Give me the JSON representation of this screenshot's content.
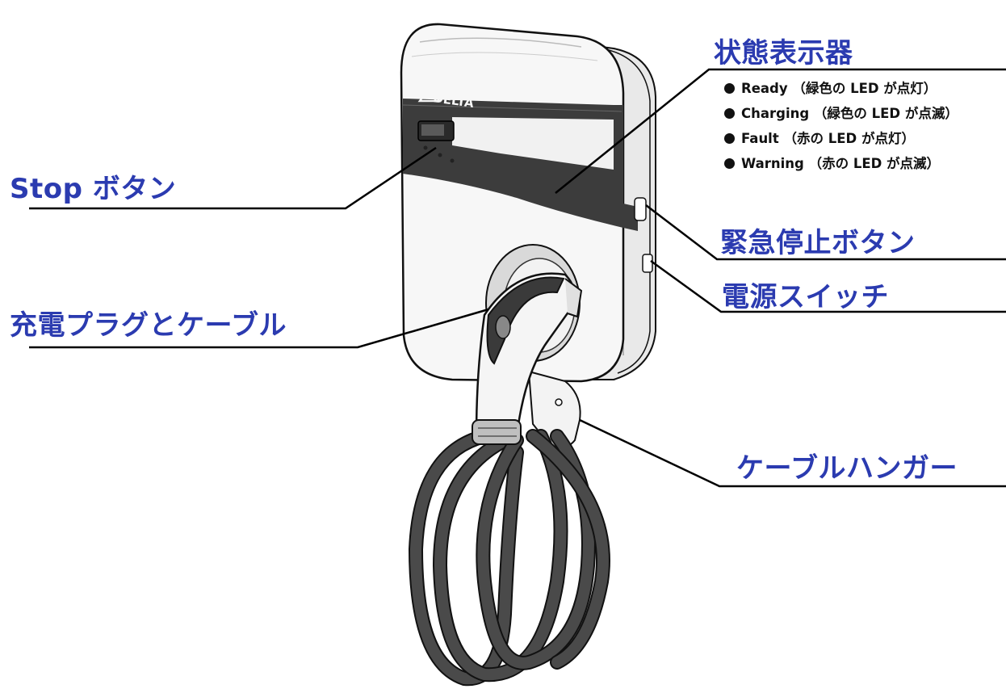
{
  "labels": {
    "stop_button": "Stop ボタン",
    "status_indicator": "状態表示器",
    "emergency_stop": "緊急停止ボタン",
    "power_switch": "電源スイッチ",
    "plug_cable": "充電プラグとケーブル",
    "cable_hanger": "ケーブルハンガー"
  },
  "status_items": [
    "Ready （緑色の LED が点灯）",
    "Charging （緑色の LED が点滅）",
    "Fault （赤の LED が点灯）",
    "Warning （赤の LED が点滅）"
  ],
  "logo_text": "DELTA",
  "colors": {
    "label_blue": "#2b3bb0",
    "leader_line": "#000000",
    "cable": "#4a4a4a",
    "band": "#3c3c3c"
  }
}
